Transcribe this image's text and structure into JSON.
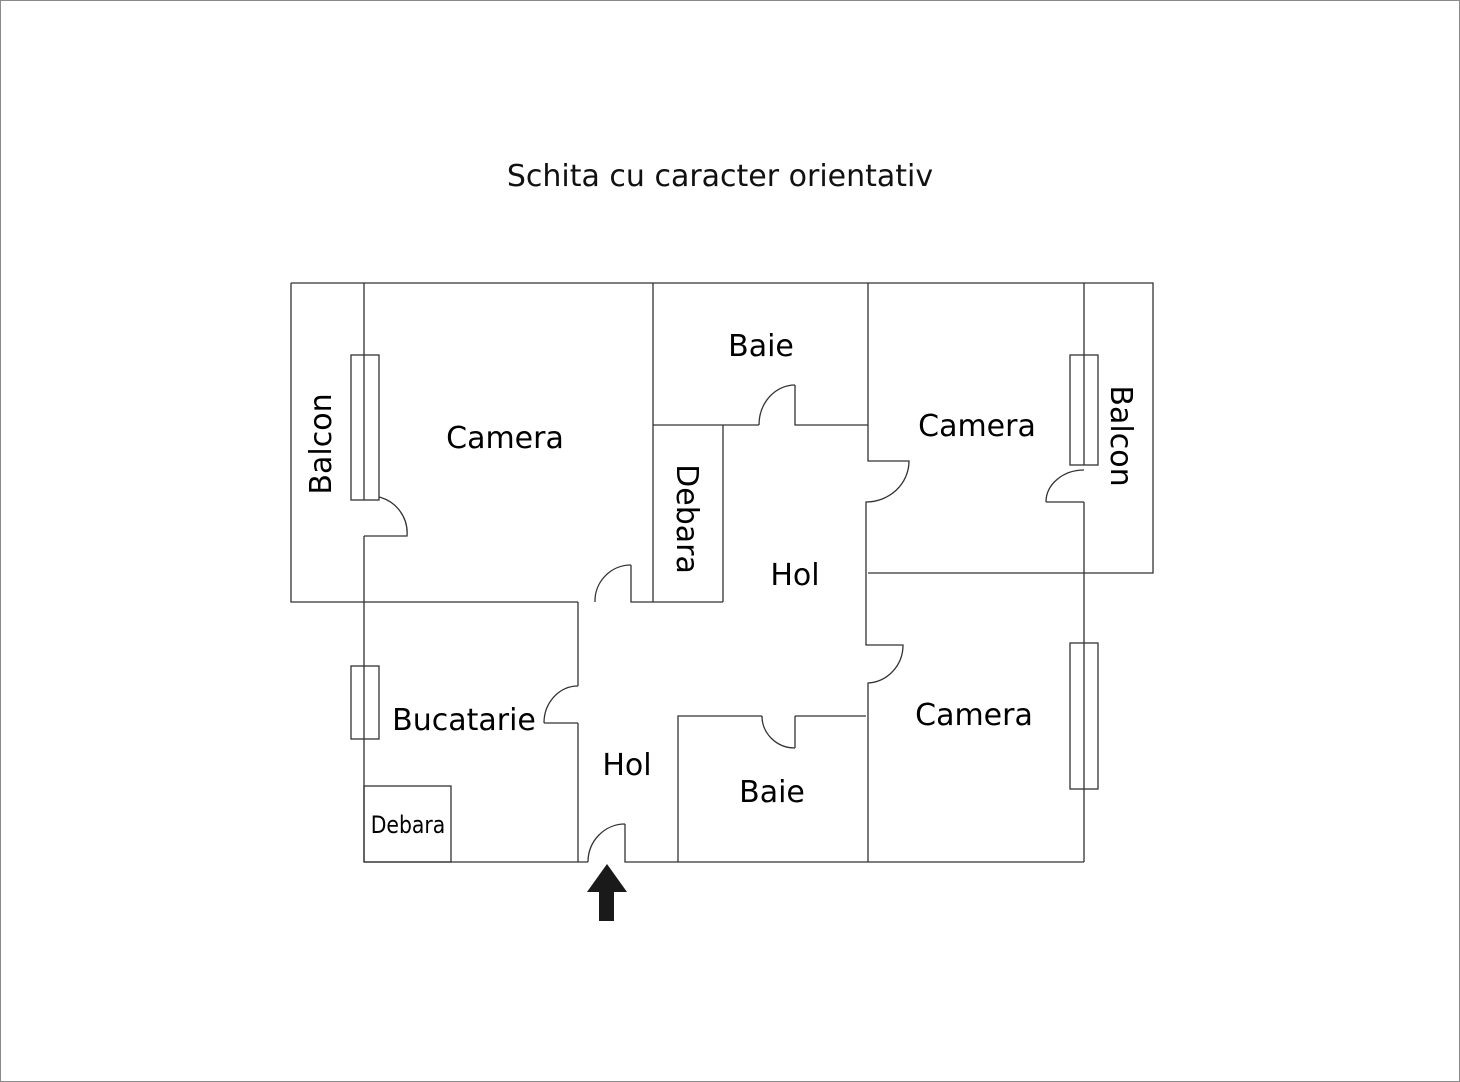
{
  "title": "Schita cu caracter orientativ",
  "rooms": {
    "balcon_left": "Balcon",
    "camera_top_left": "Camera",
    "baie_top": "Baie",
    "debara_mid": "Debara",
    "hol_main": "Hol",
    "camera_top_right": "Camera",
    "balcon_right": "Balcon",
    "camera_bottom_right": "Camera",
    "bucatarie": "Bucatarie",
    "hol_entry": "Hol",
    "baie_bottom": "Baie",
    "debara_kitchen": "Debara"
  },
  "colors": {
    "walls": "#333333",
    "arrow": "#1a1a1a"
  }
}
